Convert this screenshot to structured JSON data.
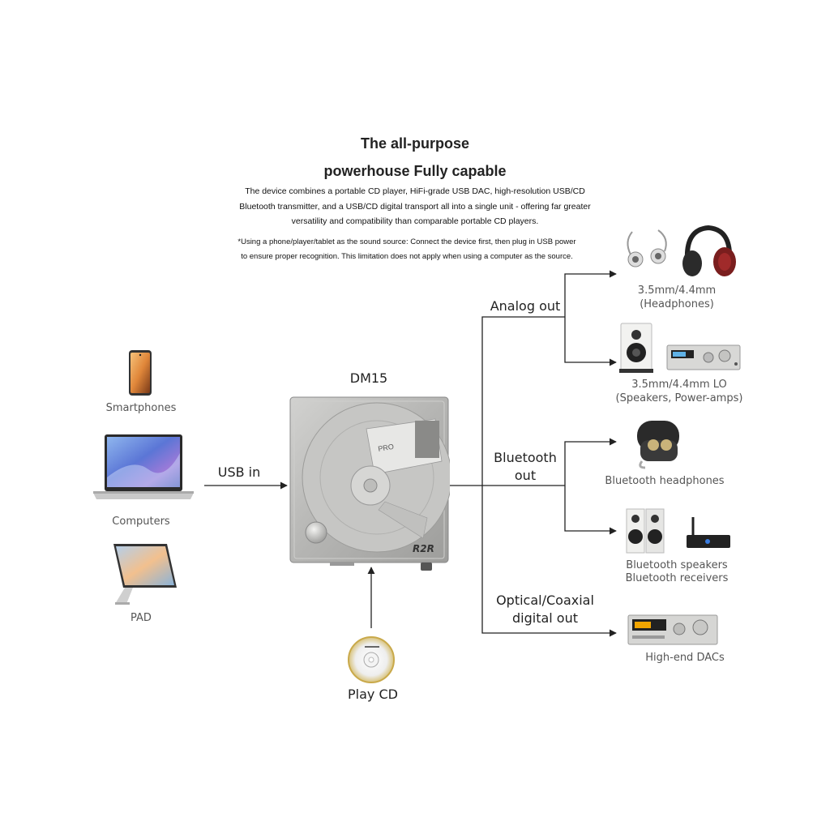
{
  "header": {
    "title_line1": "The all-purpose",
    "title_line2": "powerhouse Fully capable",
    "description": "The device combines a portable CD player, HiFi-grade USB DAC, high-resolution USB/CD Bluetooth transmitter, and a USB/CD digital transport all into a single unit - offering far greater versatility and compatibility than comparable portable CD players.",
    "note": "*Using a phone/player/tablet as the sound source: Connect the device first, then plug in USB power to ensure proper recognition. This limitation does not apply when using a computer as the source."
  },
  "device": {
    "name": "DM15",
    "logo": "R2R"
  },
  "inputs": {
    "smartphones": "Smartphones",
    "computers": "Computers",
    "pad": "PAD",
    "usb_in": "USB in",
    "play_cd": "Play CD"
  },
  "outputs": {
    "analog": "Analog out",
    "bluetooth": [
      "Bluetooth",
      "out"
    ],
    "optical": [
      "Optical/Coaxial",
      "digital out"
    ]
  },
  "destinations": {
    "headphones": [
      "3.5mm/4.4mm",
      "(Headphones)"
    ],
    "lo": [
      "3.5mm/4.4mm LO",
      "(Speakers, Power-amps)"
    ],
    "bt_headphones": "Bluetooth headphones",
    "bt_speakers": [
      "Bluetooth speakers",
      "Bluetooth receivers"
    ],
    "dacs": "High-end DACs"
  },
  "colors": {
    "line": "#222222",
    "label_gray": "#555555",
    "device_silver": "#b9b9b7"
  }
}
